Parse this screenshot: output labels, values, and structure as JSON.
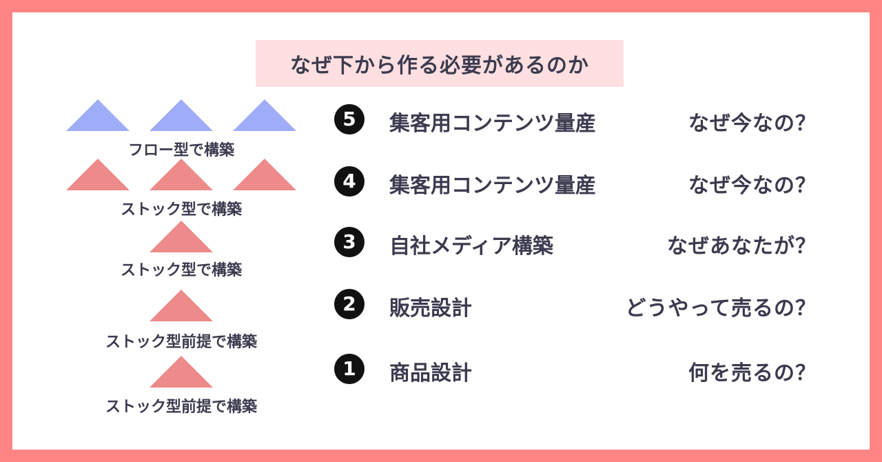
{
  "title": "なぜ下から作る必要があるのか",
  "colors": {
    "border": "#ff8585",
    "title_bg": "#ffdfe0",
    "flow_triangle": "#9fadf9",
    "stock_triangle": "#ed8a8a",
    "text": "#3b3b4f",
    "badge": "#111111"
  },
  "pyramid": {
    "levels": [
      {
        "label": "フロー型で構築",
        "triangle_count": 3,
        "triangle_color": "blue"
      },
      {
        "label": "ストック型で構築",
        "triangle_count": 3,
        "triangle_color": "pink"
      },
      {
        "label": "ストック型で構築",
        "triangle_count": 1,
        "triangle_color": "pink"
      },
      {
        "label": "ストック型前提で構築",
        "triangle_count": 1,
        "triangle_color": "pink"
      },
      {
        "label": "ストック型前提で構築",
        "triangle_count": 1,
        "triangle_color": "pink"
      }
    ]
  },
  "steps": [
    {
      "number": "5",
      "label": "集客用コンテンツ量産",
      "question": "なぜ今なの？"
    },
    {
      "number": "4",
      "label": "集客用コンテンツ量産",
      "question": "なぜ今なの？"
    },
    {
      "number": "3",
      "label": "自社メディア構築",
      "question": "なぜあなたが？"
    },
    {
      "number": "2",
      "label": "販売設計",
      "question": "どうやって売るの？"
    },
    {
      "number": "1",
      "label": "商品設計",
      "question": "何を売るの？"
    }
  ]
}
